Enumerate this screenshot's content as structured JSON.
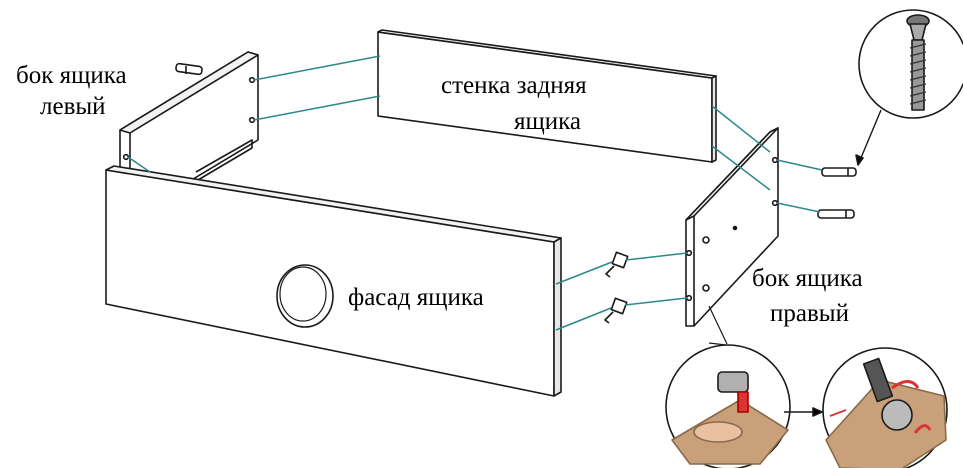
{
  "labels": {
    "left_side": [
      "бок ящика",
      "левый"
    ],
    "back_wall": [
      "стенка задняя",
      "ящика"
    ],
    "front": "фасад ящика",
    "right_side": [
      "бок ящика",
      "правый"
    ]
  },
  "colors": {
    "outline": "#1a1a1a",
    "assembly_lines": "#2a8a86",
    "panel_fill": "#ffffff",
    "wood": "#c8a07a"
  },
  "icons": [
    "screw-icon",
    "cam-lock-icon",
    "dowel-icon",
    "rotate-arrow-icon"
  ]
}
